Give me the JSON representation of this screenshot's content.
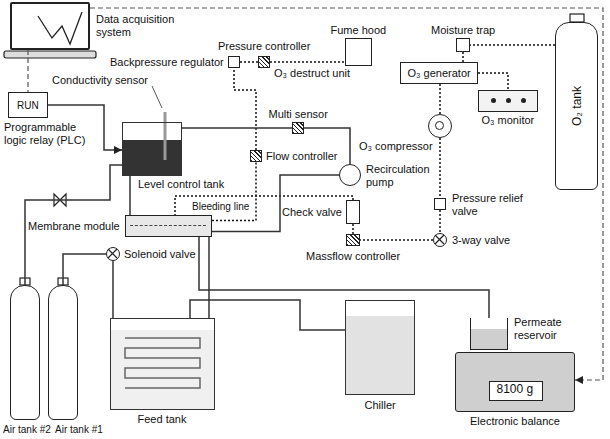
{
  "diagram": {
    "nodes": [
      {
        "text": [
          "Data acquisition system"
        ]
      },
      {
        "text": [
          "Fume hood"
        ]
      },
      {
        "text": [
          "Moisture trap"
        ]
      },
      {
        "text": [
          "O₂ tank"
        ]
      },
      {
        "text": [
          "Pressure controller"
        ]
      },
      {
        "text": [
          "Backpressure regulator"
        ]
      },
      {
        "text": [
          "O₃ generator"
        ]
      },
      {
        "text": [
          "RUN",
          "Programmable logic relay (PLC)"
        ]
      },
      {
        "text": [
          "O₃ monitor"
        ]
      },
      {
        "text": [
          "Multi sensor"
        ]
      },
      {
        "text": [
          "O₃ compressor"
        ]
      },
      {
        "text": [
          "Level control tank"
        ]
      },
      {
        "text": [
          "Flow controller"
        ]
      },
      {
        "text": [
          "Recirculation pump"
        ]
      },
      {
        "text": [
          "Pressure relief valve"
        ]
      },
      {
        "text": [
          "Check valve"
        ]
      },
      {
        "text": [
          "Membrane module"
        ]
      },
      {
        "text": [
          "3-way valve"
        ]
      },
      {
        "text": [
          "Massflow controller"
        ]
      },
      {
        "text": [
          "Solenoid valve"
        ]
      },
      {
        "text": [
          "Feed tank"
        ]
      },
      {
        "text": [
          "Chiller"
        ]
      },
      {
        "text": [
          "Permeate reservoir"
        ]
      },
      {
        "text": [
          "8100 g",
          "Electronic balance"
        ]
      },
      {
        "text": [
          "Air tank #2"
        ]
      },
      {
        "text": [
          "Air tank #1"
        ]
      }
    ],
    "edges": [
      {
        "from": 0,
        "to": 7,
        "arrow": "none"
      },
      {
        "from": 7,
        "to": 11,
        "arrow": "to"
      },
      {
        "from": 0,
        "to": 23,
        "arrow": "to"
      },
      {
        "from": 3,
        "to": 2,
        "arrow": "none"
      },
      {
        "from": 2,
        "to": 6,
        "arrow": "none"
      },
      {
        "from": 6,
        "to": 10,
        "arrow": "none"
      },
      {
        "from": 6,
        "to": 8,
        "arrow": "none"
      },
      {
        "from": 10,
        "to": 14,
        "arrow": "none"
      },
      {
        "from": 14,
        "to": 17,
        "arrow": "none"
      },
      {
        "from": 17,
        "to": 18,
        "arrow": "none"
      },
      {
        "from": 18,
        "to": 15,
        "arrow": "none"
      },
      {
        "from": 15,
        "to": 16,
        "arrow": "none"
      },
      {
        "from": 16,
        "to": 12,
        "arrow": "none"
      },
      {
        "from": 12,
        "to": 5,
        "arrow": "none"
      },
      {
        "from": 5,
        "to": 4,
        "arrow": "none"
      },
      {
        "from": 4,
        "to": 1,
        "arrow": "none"
      },
      {
        "from": 11,
        "to": 9,
        "arrow": "none"
      },
      {
        "from": 9,
        "to": 13,
        "arrow": "none"
      },
      {
        "from": 13,
        "to": 16,
        "arrow": "none"
      },
      {
        "from": 11,
        "to": 16,
        "arrow": "none"
      },
      {
        "from": 25,
        "to": 19,
        "arrow": "none"
      },
      {
        "from": 24,
        "to": 11,
        "arrow": "none"
      },
      {
        "from": 19,
        "to": 20,
        "arrow": "none"
      },
      {
        "from": 20,
        "to": 16,
        "arrow": "none"
      },
      {
        "from": 21,
        "to": 20,
        "arrow": "none"
      },
      {
        "from": 16,
        "to": 22,
        "arrow": "none"
      }
    ],
    "labels": [
      "Conductivity sensor",
      "Bleeding line",
      "O₃ destruct unit"
    ]
  }
}
